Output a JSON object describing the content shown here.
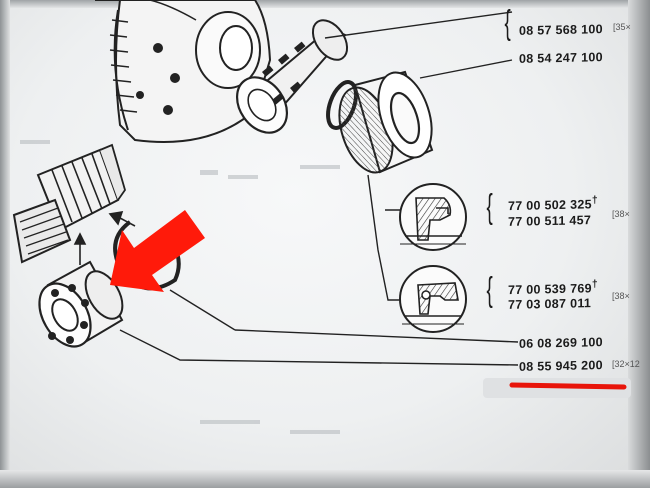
{
  "part_numbers": {
    "top": "08 57 568 100",
    "bearing": "08 54 247 100",
    "seal_a_1": "77 00 502 325",
    "seal_a_2": "77 00 511 457",
    "seal_b_1": "77 00 539 769",
    "seal_b_2": "77 03 087 011",
    "circlip": "06 08 269 100",
    "small_bearing": "08 55 945 200"
  },
  "dagger": "†",
  "size_notes": {
    "top": "[35×",
    "seal_a": "[38×",
    "seal_b": "[38×",
    "small_bearing": "[32×12"
  },
  "colors": {
    "arrow": "#ff1a0a",
    "underline": "#e8140a",
    "ink": "#1b1b1b"
  },
  "icons": {
    "arrow": "red-arrow-icon",
    "underline": "red-underline-mark"
  }
}
